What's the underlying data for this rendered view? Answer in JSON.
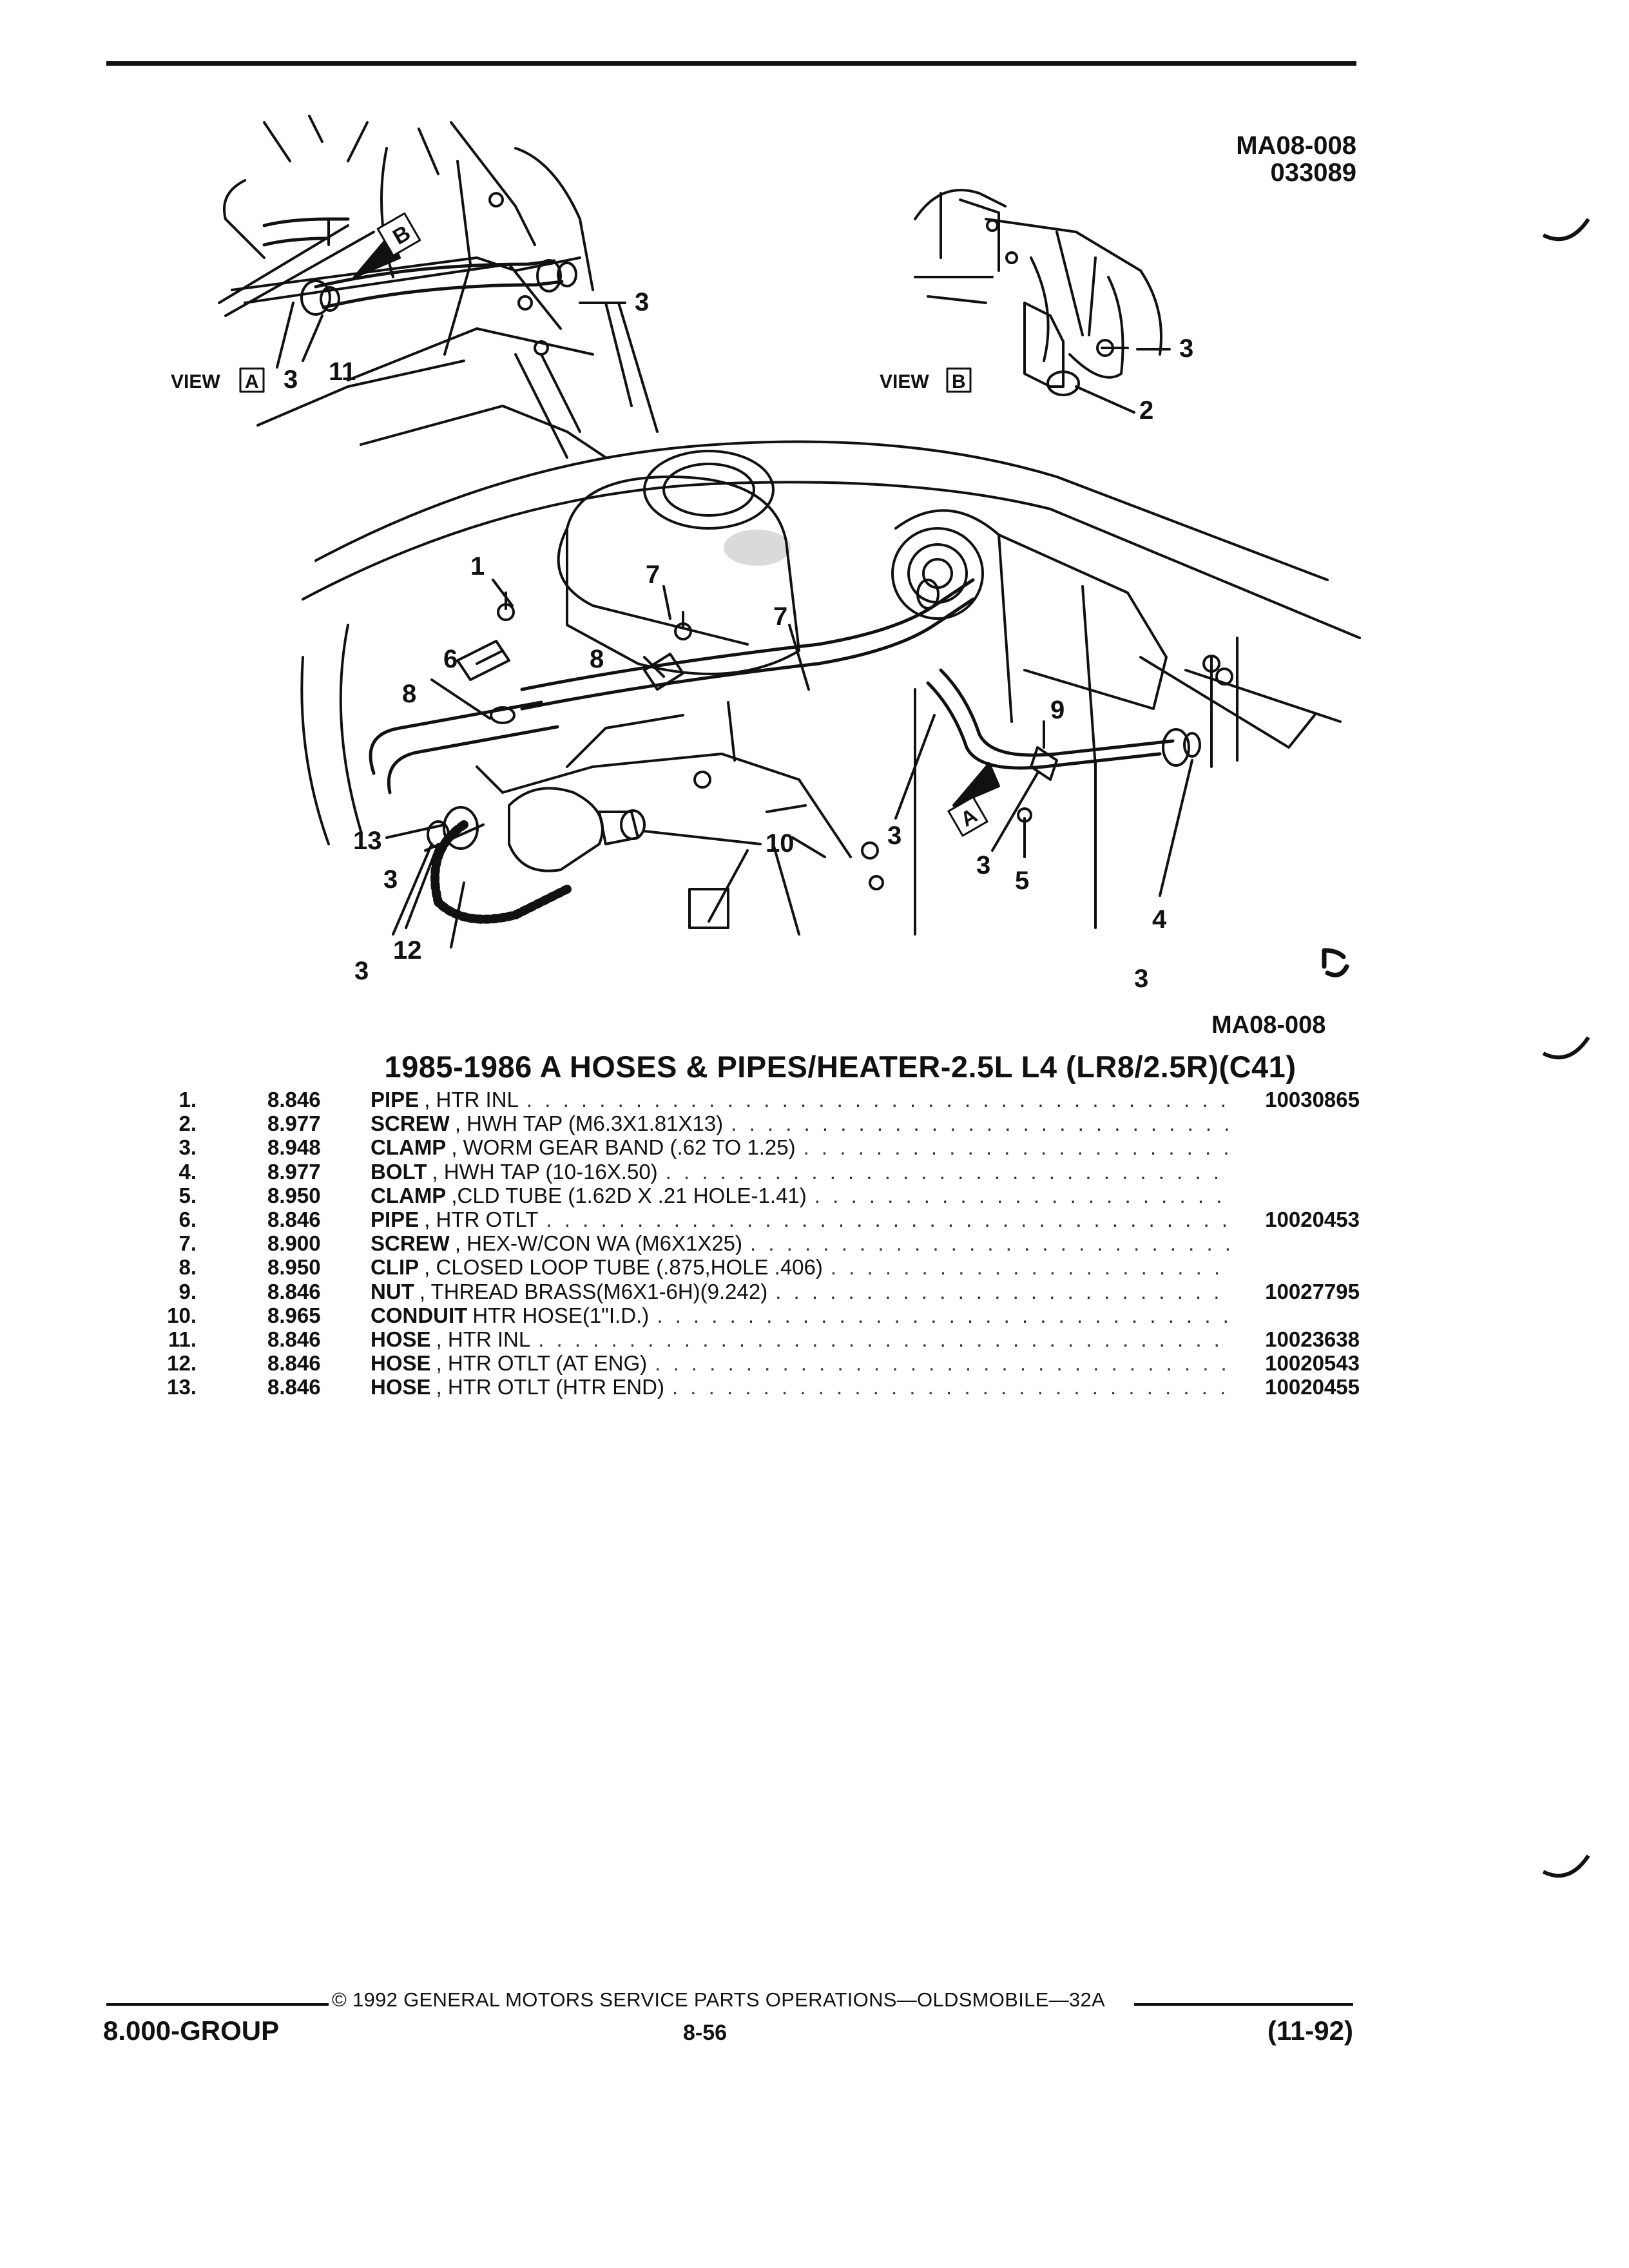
{
  "figure_code_top": [
    "MA08-008",
    "033089"
  ],
  "figure_code_bottom": "MA08-008",
  "diagram": {
    "view_a_label": "VIEW",
    "view_a_letter": "A",
    "view_b_label": "VIEW",
    "view_b_letter": "B",
    "arrow_a_letter": "A",
    "arrow_b_letter": "B",
    "callouts": [
      "3",
      "3",
      "11",
      "3",
      "2",
      "1",
      "7",
      "7",
      "6",
      "8",
      "8",
      "9",
      "13",
      "3",
      "3",
      "12",
      "10",
      "3",
      "5",
      "4",
      "3",
      "3"
    ]
  },
  "parts": {
    "title": "1985-1986 A HOSES & PIPES/HEATER-2.5L L4 (LR8/2.5R)(C41)",
    "items": [
      {
        "num": "1.",
        "group": "8.846",
        "name": "PIPE",
        "desc": ", HTR INL",
        "pn": "10030865"
      },
      {
        "num": "2.",
        "group": "8.977",
        "name": "SCREW",
        "desc": ", HWH TAP (M6.3X1.81X13)",
        "pn": ""
      },
      {
        "num": "3.",
        "group": "8.948",
        "name": "CLAMP",
        "desc": ", WORM GEAR BAND (.62 TO 1.25)",
        "pn": ""
      },
      {
        "num": "4.",
        "group": "8.977",
        "name": "BOLT",
        "desc": ", HWH TAP (10-16X.50)",
        "pn": ""
      },
      {
        "num": "5.",
        "group": "8.950",
        "name": "CLAMP",
        "desc": ",CLD TUBE (1.62D X .21 HOLE-1.41)",
        "pn": ""
      },
      {
        "num": "6.",
        "group": "8.846",
        "name": "PIPE",
        "desc": ", HTR OTLT",
        "pn": "10020453"
      },
      {
        "num": "7.",
        "group": "8.900",
        "name": "SCREW",
        "desc": ", HEX-W/CON WA (M6X1X25)",
        "pn": ""
      },
      {
        "num": "8.",
        "group": "8.950",
        "name": "CLIP",
        "desc": ", CLOSED LOOP TUBE (.875,HOLE .406)",
        "pn": ""
      },
      {
        "num": "9.",
        "group": "8.846",
        "name": "NUT",
        "desc": ", THREAD BRASS(M6X1-6H)(9.242)",
        "pn": "10027795"
      },
      {
        "num": "10.",
        "group": "8.965",
        "name": "CONDUIT",
        "desc": " HTR HOSE(1\"I.D.)",
        "pn": ""
      },
      {
        "num": "11.",
        "group": "8.846",
        "name": "HOSE",
        "desc": ", HTR INL",
        "pn": "10023638"
      },
      {
        "num": "12.",
        "group": "8.846",
        "name": "HOSE",
        "desc": ", HTR OTLT (AT ENG)",
        "pn": "10020543"
      },
      {
        "num": "13.",
        "group": "8.846",
        "name": "HOSE",
        "desc": ", HTR OTLT (HTR END)",
        "pn": "10020455"
      }
    ]
  },
  "footer": {
    "copyright": "© 1992 GENERAL MOTORS SERVICE PARTS OPERATIONS—OLDSMOBILE—32A",
    "group": "8.000-GROUP",
    "page": "8-56",
    "date": "(11-92)"
  }
}
